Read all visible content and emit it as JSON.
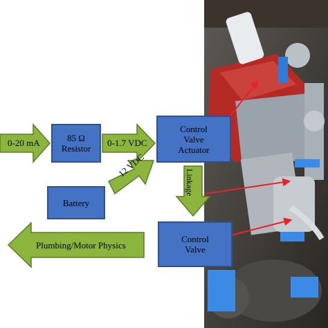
{
  "labels": {
    "input_current": "0-20 mA",
    "resistor": "85 Ω\nResistor",
    "voltage": "0-1.7 VDC",
    "actuator": "Control\nValve\nActuator",
    "battery": "Battery",
    "battery_voltage": "12 VDC",
    "linkage": "Linkage",
    "control_valve": "Control\nValve",
    "physics": "Plumbing/Motor Physics"
  },
  "colors": {
    "box_fill": "#4472c4",
    "box_border": "#2f528f",
    "arrow_fill": "#8cb53e",
    "arrow_border": "#5a7d27",
    "pointer": "#e8222a"
  }
}
